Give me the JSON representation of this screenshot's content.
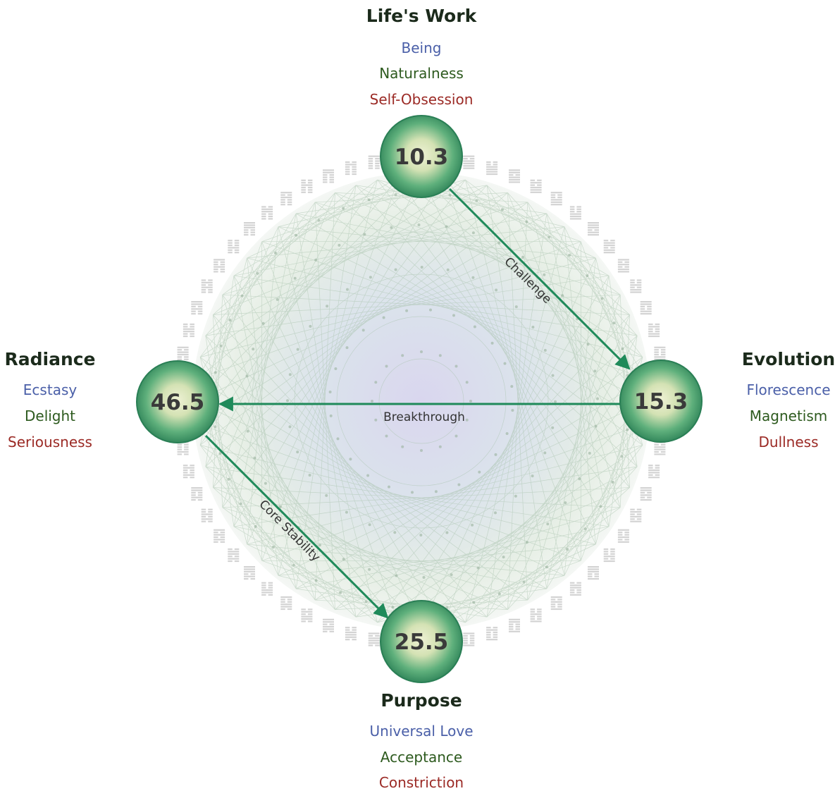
{
  "colors": {
    "being": "#4a5fa8",
    "middle": "#2d5a1e",
    "shadow": "#9b2a25",
    "arrow": "#1f8a5a",
    "node_dark": "#2e8a5c",
    "node_light": "#dfe9c4"
  },
  "spheres": {
    "top": {
      "title": "Life's Work",
      "lines": [
        "Being",
        "Naturalness",
        "Self-Obsession"
      ],
      "value": "10.3"
    },
    "right": {
      "title": "Evolution",
      "lines": [
        "Florescence",
        "Magnetism",
        "Dullness"
      ],
      "value": "15.3"
    },
    "left": {
      "title": "Radiance",
      "lines": [
        "Ecstasy",
        "Delight",
        "Seriousness"
      ],
      "value": "46.5"
    },
    "bottom": {
      "title": "Purpose",
      "lines": [
        "Universal Love",
        "Acceptance",
        "Constriction"
      ],
      "value": "25.5"
    }
  },
  "paths": {
    "challenge": "Challenge",
    "breakthrough": "Breakthrough",
    "core_stability": "Core Stability"
  },
  "icons": {
    "mandala": "hexagram-mandala-icon",
    "hexagram_ring": "hexagram-icon"
  }
}
